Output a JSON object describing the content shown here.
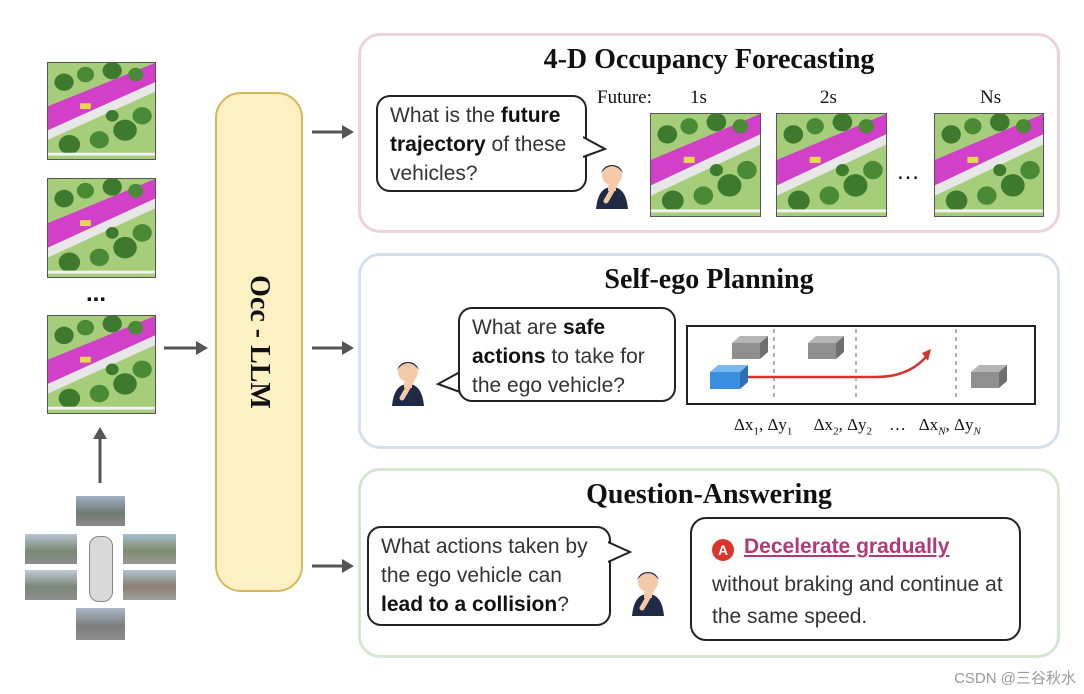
{
  "llm_block": {
    "label": "Occ - LLM"
  },
  "left_column": {
    "ellipsis": "..."
  },
  "forecasting": {
    "title": "4-D Occupancy Forecasting",
    "question_parts": [
      "What is the ",
      "future trajectory",
      " of these vehicles?"
    ],
    "future_label": "Future:",
    "frames": [
      "1s",
      "2s",
      "Ns"
    ],
    "frames_ellipsis": "…"
  },
  "planning": {
    "title": "Self-ego Planning",
    "question_parts": [
      "What are ",
      "safe actions",
      " to take for the ego vehicle?"
    ],
    "deltas": [
      "Δx",
      "1",
      ", Δy",
      "1",
      "Δx",
      "2",
      ", Δy",
      "2",
      "…",
      "Δx",
      "N",
      ", Δy",
      "N"
    ]
  },
  "qa": {
    "title": "Question-Answering",
    "question_parts": [
      "What actions taken by the ego vehicle can ",
      "lead to a collision",
      "?"
    ],
    "answer_badge": "A",
    "answer_headline": "Decelerate gradually",
    "answer_body": "without braking and continue at the same speed."
  },
  "watermark": "CSDN @三谷秋水",
  "colors": {
    "llm_fill": "#fdf0c3",
    "forecast_border": "#ecd2df",
    "planning_border": "#d6e0ec",
    "qa_border": "#d7e6d2",
    "answer_red": "#d9352b",
    "answer_pink": "#b03a78",
    "trajectory_red": "#d6342a",
    "ego_box_blue": "#3b8fe0",
    "box_gray": "#8f8f8f"
  }
}
